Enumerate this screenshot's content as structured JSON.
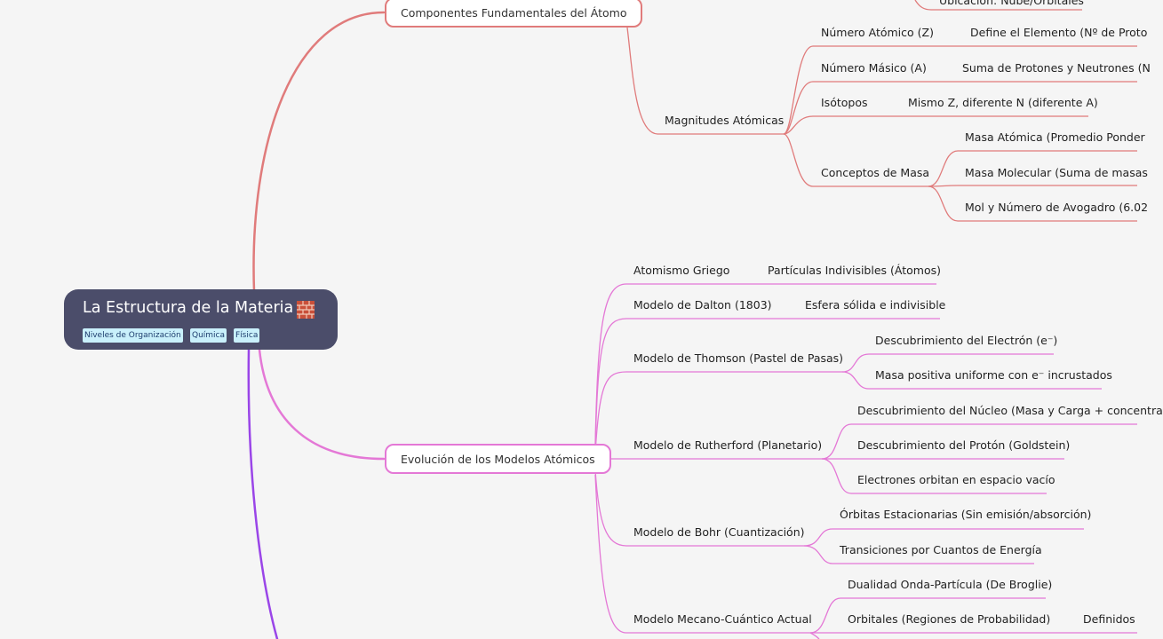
{
  "root": {
    "title": "La Estructura de la Materia",
    "icon": "brick-wall-icon",
    "tags": [
      "Niveles de Organización",
      "Química",
      "Física"
    ]
  },
  "colors": {
    "background": "#f5f5f5",
    "root_fill": "#4b4d6a",
    "tag_fill": "#c9f0fb",
    "branch_red": "#e07b7b",
    "branch_pink": "#e478d6",
    "branch_purple": "#9a45e8"
  },
  "branches": [
    {
      "label": "Componentes Fundamentales del Átomo",
      "color": "#e07b7b",
      "children": [
        {
          "label": "Ubicación: Nube/Orbitales"
        },
        {
          "label": "Magnitudes Atómicas",
          "children": [
            {
              "label": "Número Atómico (Z)",
              "children": [
                {
                  "label": "Define el Elemento (Nº de Proto"
                }
              ]
            },
            {
              "label": "Número Másico (A)",
              "children": [
                {
                  "label": "Suma de Protones y Neutrones (N"
                }
              ]
            },
            {
              "label": "Isótopos",
              "children": [
                {
                  "label": "Mismo Z, diferente N (diferente A)"
                }
              ]
            },
            {
              "label": "Conceptos de Masa",
              "children": [
                {
                  "label": "Masa Atómica (Promedio Ponder"
                },
                {
                  "label": "Masa Molecular (Suma de masas"
                },
                {
                  "label": "Mol y Número de Avogadro (6.02"
                }
              ]
            }
          ]
        }
      ]
    },
    {
      "label": "Evolución de los Modelos Atómicos",
      "color": "#e478d6",
      "children": [
        {
          "label": "Atomismo Griego",
          "children": [
            {
              "label": "Partículas Indivisibles (Átomos)"
            }
          ]
        },
        {
          "label": "Modelo de Dalton (1803)",
          "children": [
            {
              "label": "Esfera sólida e indivisible"
            }
          ]
        },
        {
          "label": "Modelo de Thomson (Pastel de Pasas)",
          "children": [
            {
              "label": "Descubrimiento del Electrón (e⁻)"
            },
            {
              "label": "Masa positiva uniforme con e⁻ incrustados"
            }
          ]
        },
        {
          "label": "Modelo de Rutherford (Planetario)",
          "children": [
            {
              "label": "Descubrimiento del Núcleo (Masa y Carga + concentra"
            },
            {
              "label": "Descubrimiento del Protón (Goldstein)"
            },
            {
              "label": "Electrones orbitan en espacio vacío"
            }
          ]
        },
        {
          "label": "Modelo de Bohr (Cuantización)",
          "children": [
            {
              "label": "Órbitas Estacionarias (Sin emisión/absorción)"
            },
            {
              "label": "Transiciones por Cuantos de Energía"
            }
          ]
        },
        {
          "label": "Modelo Mecano-Cuántico Actual",
          "children": [
            {
              "label": "Dualidad Onda-Partícula (De Broglie)"
            },
            {
              "label": "Orbitales (Regiones de Probabilidad)",
              "children": [
                {
                  "label": "Definidos"
                }
              ]
            }
          ]
        }
      ]
    }
  ]
}
